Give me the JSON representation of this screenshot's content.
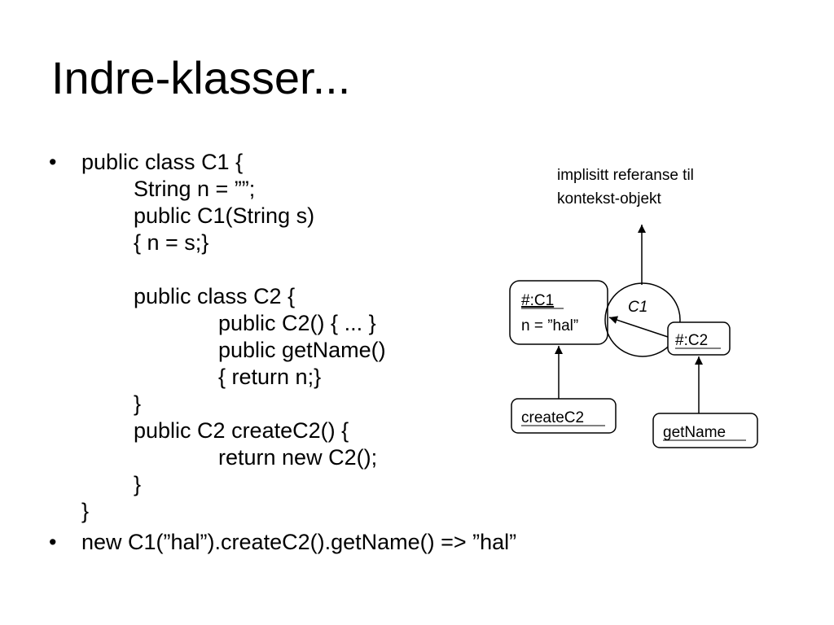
{
  "slide": {
    "title": "Indre-klasser...",
    "bullet_symbol": "•",
    "bullets": [
      {
        "lines": [
          "public class C1 {",
          "String n = ””;",
          "public C1(String s)",
          "{ n = s;}",
          "",
          "public class C2 {",
          "public C2() { ... }",
          "public getName()",
          "{ return n;}",
          "}",
          "public C2 createC2() {",
          "return new C2();",
          "}",
          "}"
        ]
      },
      {
        "lines": [
          "new C1(”hal”).createC2().getName() => ”hal”"
        ]
      }
    ]
  },
  "diagram": {
    "annotation_lines": [
      "implisitt referanse til",
      "kontekst-objekt"
    ],
    "c1_object": {
      "name": "#:C1",
      "field": "n = ”hal”"
    },
    "c2_object": {
      "name": "#:C2"
    },
    "context_label": "C1",
    "method_create": "createC2",
    "method_getname": "getName",
    "stroke_color": "#000000"
  }
}
